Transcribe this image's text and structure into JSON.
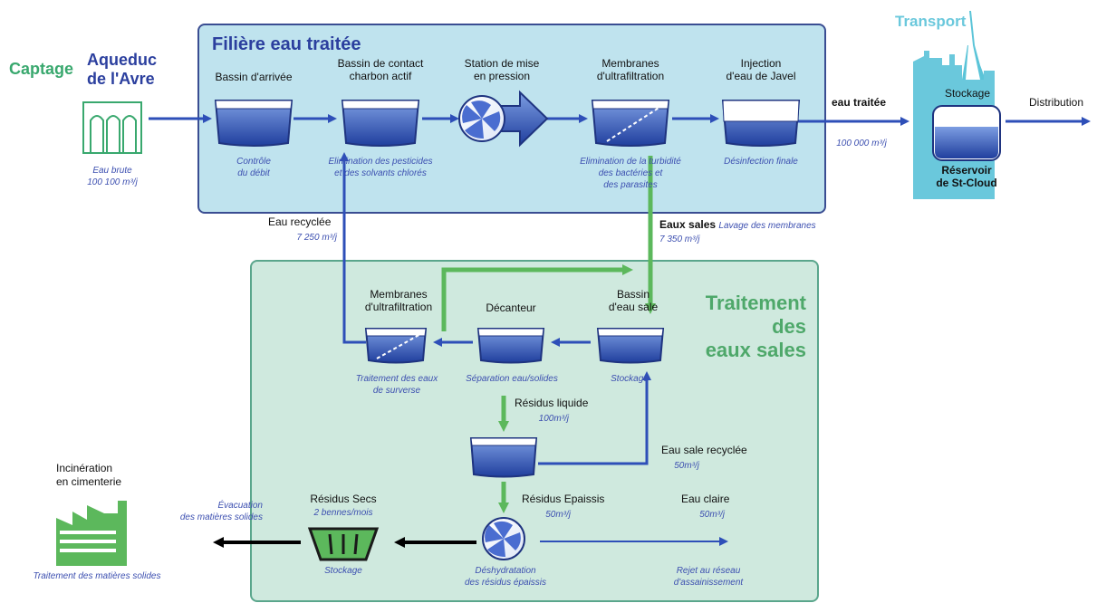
{
  "colors": {
    "arrow_blue": "#2e4fb8",
    "arrow_green": "#5cb85c",
    "panel_top_fill": "#bfe3ee",
    "panel_top_border": "#3a4d92",
    "panel_bottom_fill": "#cfe9de",
    "panel_bottom_border": "#5aa68c",
    "label_green": "#4ea86a",
    "label_blue": "#2b3f9e",
    "note_blue": "#3c4fb0",
    "transport_cyan": "#5bc4d8"
  },
  "header": {
    "captage": "Captage",
    "aqueduc_line1": "Aqueduc",
    "aqueduc_line2": "de l'Avre",
    "eau_brute_line1": "Eau brute",
    "eau_brute_line2": "100 100 m³/j"
  },
  "treated": {
    "title": "Filière eau traitée",
    "steps": [
      {
        "title": [
          "Bassin d'arrivée"
        ],
        "note": [
          "Contrôle",
          "du débit"
        ],
        "icon": "tank-icon"
      },
      {
        "title": [
          "Bassin de contact",
          "charbon actif"
        ],
        "note": [
          "Elimination des pesticides",
          "et des solvants chlorés"
        ],
        "icon": "tank-icon"
      },
      {
        "title": [
          "Station de mise",
          "en pression"
        ],
        "note": [],
        "icon": "pump-icon"
      },
      {
        "title": [
          "Membranes",
          "d'ultrafiltration"
        ],
        "note": [
          "Elimination de la turbidité",
          "des bactéries et",
          "des parasites"
        ],
        "icon": "membrane-icon"
      },
      {
        "title": [
          "Injection",
          "d'eau de Javel"
        ],
        "note": [
          "Désinfection finale"
        ],
        "icon": "tank-icon"
      }
    ],
    "output_label": "eau traitée",
    "output_flow": "100 000 m³/j"
  },
  "transport": {
    "title": "Transport",
    "storage": "Stockage",
    "reservoir_line1": "Réservoir",
    "reservoir_line2": "de St-Cloud",
    "distribution": "Distribution"
  },
  "flows": {
    "eau_recyclee": "Eau recyclée",
    "eau_recyclee_flow": "7 250 m³/j",
    "eaux_sales": "Eaux sales",
    "lavage": "Lavage des membranes",
    "eaux_sales_flow": "7 350 m³/j"
  },
  "dirty": {
    "title_line1": "Traitement",
    "title_line2": "des",
    "title_line3": "eaux sales",
    "membranes_line1": "Membranes",
    "membranes_line2": "d'ultrafiltration",
    "membranes_note1": "Traitement des eaux",
    "membranes_note2": "de surverse",
    "decanteur": "Décanteur",
    "decanteur_note": "Séparation eau/solides",
    "bassin_line1": "Bassin",
    "bassin_line2": "d'eau sale",
    "bassin_note": "Stockage",
    "residus_liquide": "Résidus liquide",
    "residus_liquide_flow": "100m³/j",
    "eau_sale_recyclee": "Eau sale recyclée",
    "eau_sale_recyclee_flow": "50m³/j",
    "residus_epaissis": "Résidus Epaissis",
    "residus_epaissis_flow": "50m³/j",
    "eau_claire": "Eau claire",
    "eau_claire_flow": "50m³/j",
    "deshydratation_line1": "Déshydratation",
    "deshydratation_line2": "des résidus épaissis",
    "rejet_line1": "Rejet au réseau",
    "rejet_line2": "d'assainissement",
    "residus_secs": "Résidus Secs",
    "bennes": "2 bennes/mois",
    "stockage": "Stockage"
  },
  "disposal": {
    "incineration_line1": "Incinération",
    "incineration_line2": "en cimenterie",
    "evacuation_line1": "Évacuation",
    "evacuation_line2": "des matières solides",
    "traitement": "Traitement des matières solides"
  }
}
